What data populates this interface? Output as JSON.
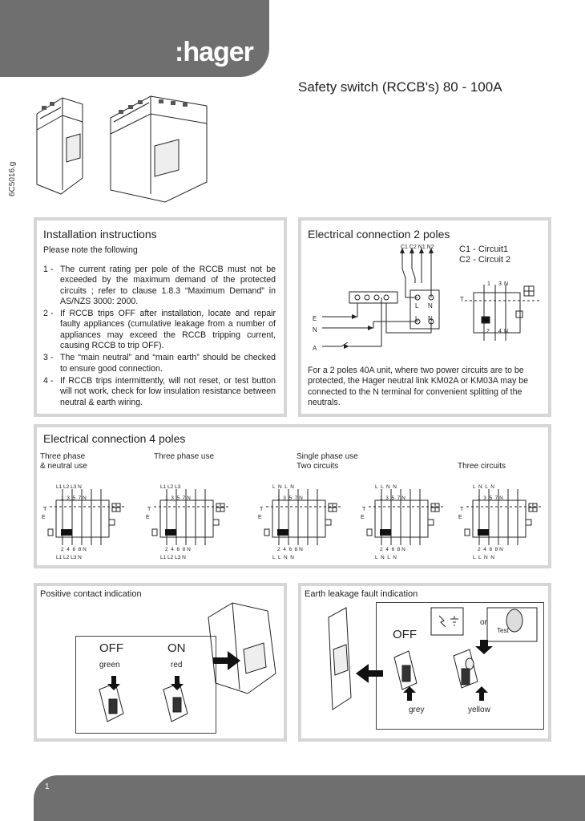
{
  "header": {
    "logo": ":hager",
    "title": "Safety switch (RCCB's) 80 - 100A",
    "doc_code": "6C5016.g"
  },
  "install": {
    "title": "Installation instructions",
    "intro": "Please note the following",
    "items": [
      {
        "num": "1 -",
        "text": "The current rating per pole of the RCCB must not be exceeded by the maximum demand of the protected circuits ; refer to clause 1.8.3 “Maximum Demand” in AS/NZS 3000: 2000."
      },
      {
        "num": "2 -",
        "text": "If RCCB trips OFF after installation, locate and repair faulty appliances (cumulative leakage from a number of appliances may exceed the RCCB tripping current, causing RCCB to trip OFF)."
      },
      {
        "num": "3 -",
        "text": "The “main neutral” and “main earth” should be checked to ensure good connection."
      },
      {
        "num": "4 -",
        "text": "If RCCB trips intermittently, will not reset, or test button will not work, check for low insulation resistance between neutral & earth wiring."
      }
    ]
  },
  "conn2": {
    "title": "Electrical connection 2 poles",
    "top_labels": "C1 C2 N1 N2",
    "legend1": "C1 - Circuit1",
    "legend2": "C2 - Circuit 2",
    "e": "E",
    "n": "N",
    "a": "A",
    "t": "T",
    "term_l": "L",
    "term_n": "N",
    "p1": "1",
    "p3": "3",
    "p2": "2",
    "p4": "4",
    "note": "For a 2 poles 40A unit, where two power circuits are to be protected, the Hager neutral link KM02A or KM03A may be connected to the N terminal for convenient splitting of the neutrals."
  },
  "conn4": {
    "title": "Electrical connection 4 poles",
    "labels": {
      "three_phase_neutral": "Three phase\n& neutral use",
      "three_phase": "Three phase use",
      "single_phase": "Single phase use\nTwo circuits",
      "three_circuits": "Three circuits"
    },
    "diagrams": [
      {
        "top": "L1 L2 L3 N",
        "bottom": "L1 L2 L3 N"
      },
      {
        "top": "L1 L2 L3",
        "bottom": "L1 L2 L3 N"
      },
      {
        "top": "L  N  L  N",
        "bottom": "L  L  N  N"
      },
      {
        "top": "L  L  N  N",
        "bottom": "L  N  L  N"
      },
      {
        "top": "L  N  L  N",
        "bottom": "L  L  N  N"
      }
    ],
    "pins_top": "1  3  5  7 N",
    "pins_bottom": "2  4  6  8 N",
    "t": "T",
    "e": "E"
  },
  "positive": {
    "title": "Positive contact indication",
    "off": "OFF",
    "on": "ON",
    "green": "green",
    "red": "red"
  },
  "earth": {
    "title": "Earth leakage fault indication",
    "off": "OFF",
    "or": "or",
    "test": "Test",
    "grey": "grey",
    "yellow": "yellow"
  },
  "footer": {
    "page": "1"
  }
}
